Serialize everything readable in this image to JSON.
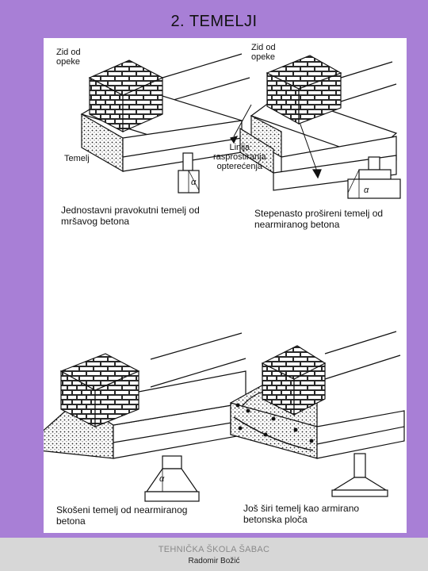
{
  "slide": {
    "title": "2. TEMELJI"
  },
  "labels": {
    "zid_od_opeke": "Zid od\nopeke",
    "temelj": "Temelj",
    "linija_rasprostiranja": "Linija\nrasprostiranja\nopterećenja",
    "alpha": "α"
  },
  "captions": [
    "Jednostavni pravokutni temelj od\nmršavog betona",
    "Stepenasto prošireni temelj od\nnearmiranog betona",
    "Skošeni temelj od nearmiranog\nbetona",
    "Još širi temelj kao armirano\nbetonska ploča"
  ],
  "footer": {
    "school": "TEHNIČKA ŠKOLA ŠABAC",
    "author": "Radomir Božić"
  }
}
